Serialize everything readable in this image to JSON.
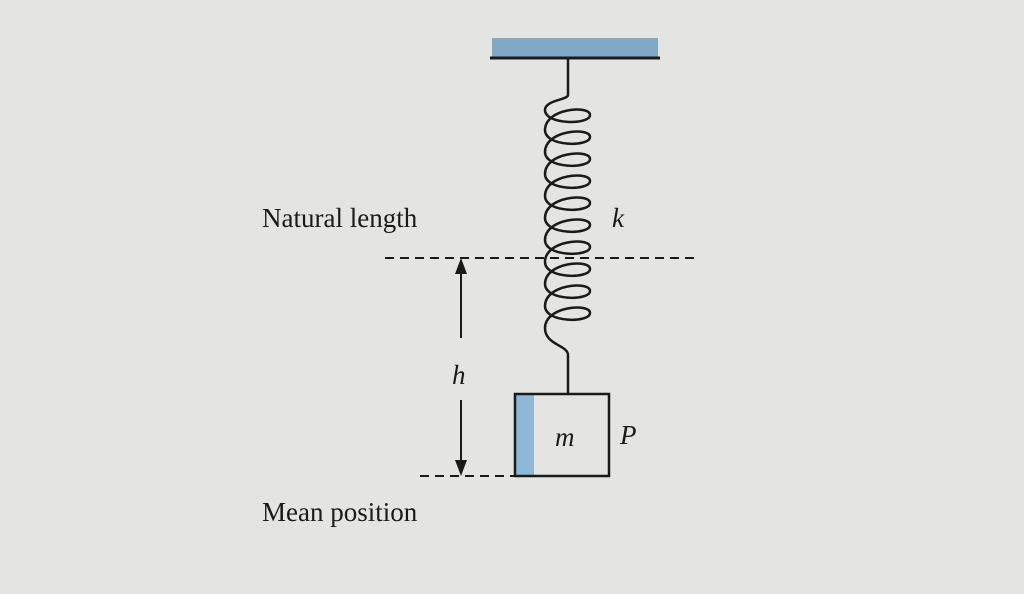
{
  "labels": {
    "natural_length": "Natural length",
    "mean_position": "Mean position",
    "spring_constant": "k",
    "displacement": "h",
    "mass": "m",
    "point": "P"
  },
  "colors": {
    "ceiling": "#7fa9c4",
    "line": "#1a1a1a",
    "block_shade": "#8fb8d8"
  }
}
